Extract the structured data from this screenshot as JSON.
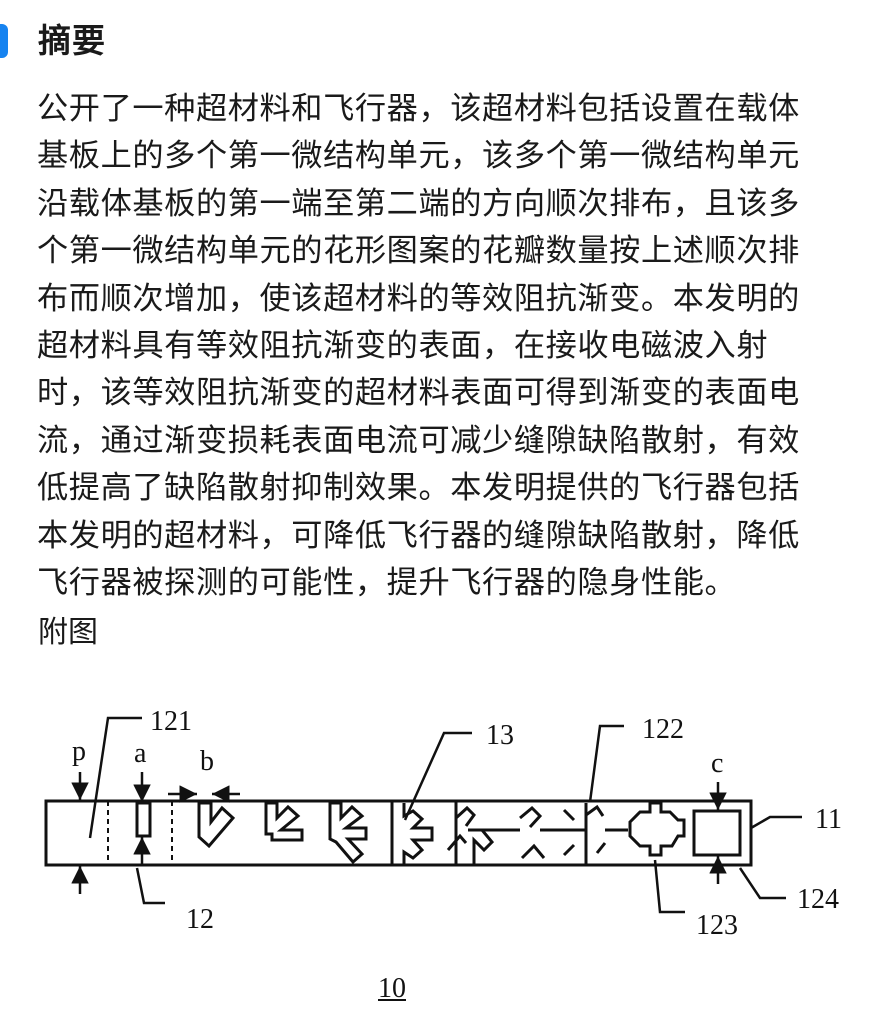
{
  "section": {
    "title": "摘要",
    "accent_color": "#1683f0"
  },
  "abstract": {
    "lines": [
      "公开了一种超材料和飞行器，该超材料包括设置在载体",
      "基板上的多个第一微结构单元，该多个第一微结构单元",
      "沿载体基板的第一端至第二端的方向顺次排布，且该多",
      "个第一微结构单元的花形图案的花瓣数量按上述顺次排",
      "布而顺次增加，使该超材料的等效阻抗渐变。本发明的",
      "超材料具有等效阻抗渐变的表面，在接收电磁波入射",
      "时，该等效阻抗渐变的超材料表面可得到渐变的表面电",
      "流，通过渐变损耗表面电流可减少缝隙缺陷散射，有效",
      "低提高了缺陷散射抑制效果。本发明提供的飞行器包括",
      "本发明的超材料，可降低飞行器的缝隙缺陷散射，降低",
      "飞行器被探测的可能性，提升飞行器的隐身性能。"
    ]
  },
  "figure": {
    "label": "附图",
    "caption": "10",
    "reference_labels": {
      "r121": "121",
      "p": "p",
      "a": "a",
      "b": "b",
      "r13": "13",
      "r122": "122",
      "c": "c",
      "r11": "11",
      "r12": "12",
      "r124": "124",
      "r123": "123"
    }
  }
}
